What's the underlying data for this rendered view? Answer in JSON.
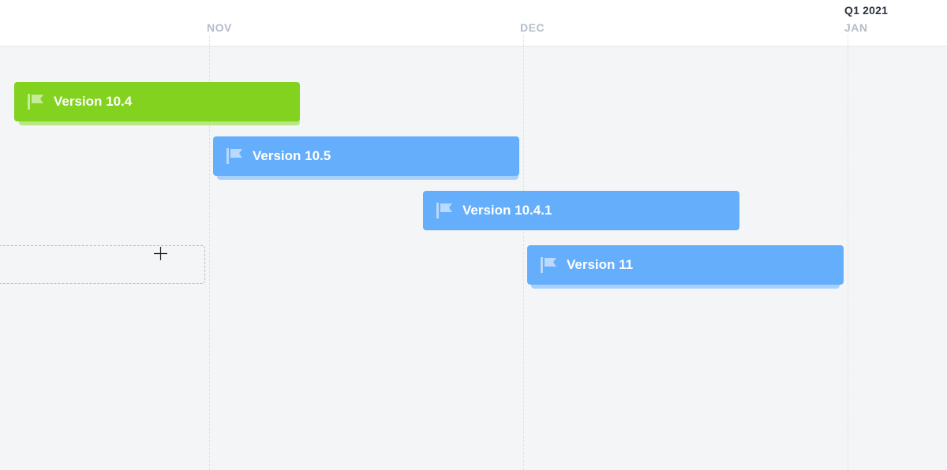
{
  "timeline": {
    "quarter_label": "Q1 2021",
    "months": [
      "NOV",
      "DEC",
      "JAN"
    ],
    "colors": {
      "green_bar": "#82d21f",
      "blue_bar": "#64aefc",
      "month_label": "#b4bcc8",
      "quarter_label": "#2d3340",
      "background": "#f3f5f7"
    },
    "releases": [
      {
        "label": "Version 10.4",
        "color": "green",
        "icon": "flag-icon"
      },
      {
        "label": "Version 10.5",
        "color": "blue",
        "icon": "flag-icon"
      },
      {
        "label": "Version 10.4.1",
        "color": "blue",
        "icon": "flag-icon"
      },
      {
        "label": "Version 11",
        "color": "blue",
        "icon": "flag-icon"
      }
    ],
    "cursor_icon": "crosshair-cursor-icon"
  }
}
